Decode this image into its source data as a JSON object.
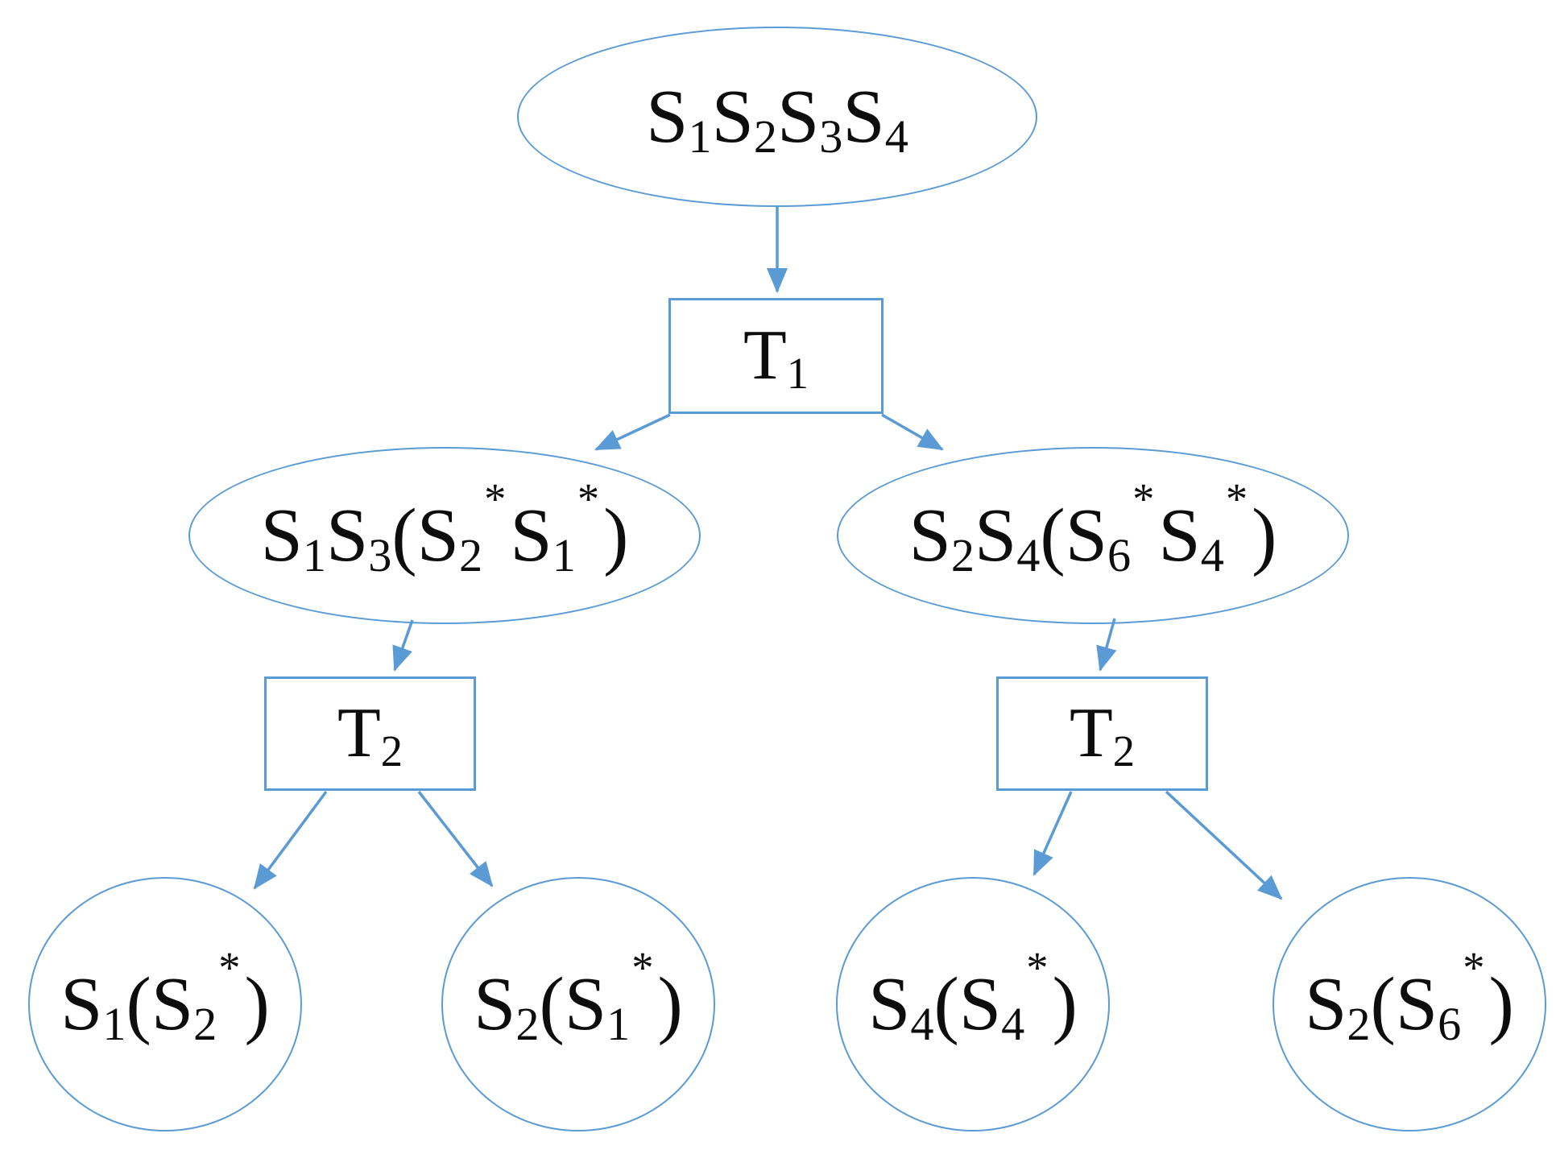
{
  "diagram": {
    "accent_color": "#5B9BD5",
    "text_color": "#0d0d0d",
    "nodes": {
      "root": {
        "label": "S_1S_2S_3S_4",
        "shape": "ellipse"
      },
      "t1": {
        "label": "T_1",
        "shape": "rect"
      },
      "left": {
        "label": "S_1S_3(S_2^*S_1^*)",
        "shape": "ellipse"
      },
      "right": {
        "label": "S_2S_4(S_6^*S_4^*)",
        "shape": "ellipse"
      },
      "t2_left": {
        "label": "T_2",
        "shape": "rect"
      },
      "t2_right": {
        "label": "T_2",
        "shape": "rect"
      },
      "leaf1": {
        "label": "S_1(S_2^*)",
        "shape": "circle"
      },
      "leaf2": {
        "label": "S_2(S_1^*)",
        "shape": "circle"
      },
      "leaf3": {
        "label": "S_4(S_4^*)",
        "shape": "circle"
      },
      "leaf4": {
        "label": "S_2(S_6^*)",
        "shape": "circle"
      }
    },
    "edges": [
      {
        "from": "root",
        "to": "t1",
        "points": [
          965,
          257,
          965,
          362
        ]
      },
      {
        "from": "t1",
        "to": "left",
        "points": [
          832,
          515,
          740,
          558
        ]
      },
      {
        "from": "t1",
        "to": "right",
        "points": [
          1095,
          515,
          1170,
          558
        ]
      },
      {
        "from": "left",
        "to": "t2_left",
        "points": [
          512,
          770,
          490,
          832
        ]
      },
      {
        "from": "right",
        "to": "t2_right",
        "points": [
          1384,
          768,
          1366,
          832
        ]
      },
      {
        "from": "t2_left",
        "to": "leaf1",
        "points": [
          405,
          983,
          316,
          1103
        ]
      },
      {
        "from": "t2_left",
        "to": "leaf2",
        "points": [
          520,
          983,
          611,
          1100
        ]
      },
      {
        "from": "t2_right",
        "to": "leaf3",
        "points": [
          1330,
          983,
          1284,
          1086
        ]
      },
      {
        "from": "t2_right",
        "to": "leaf4",
        "points": [
          1448,
          983,
          1591,
          1116
        ]
      }
    ]
  }
}
